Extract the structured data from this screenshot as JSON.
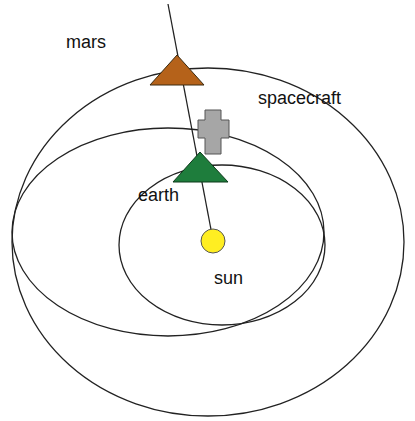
{
  "diagram": {
    "labels": [
      "mars",
      "spacecraft",
      "earth",
      "sun"
    ]
  }
}
